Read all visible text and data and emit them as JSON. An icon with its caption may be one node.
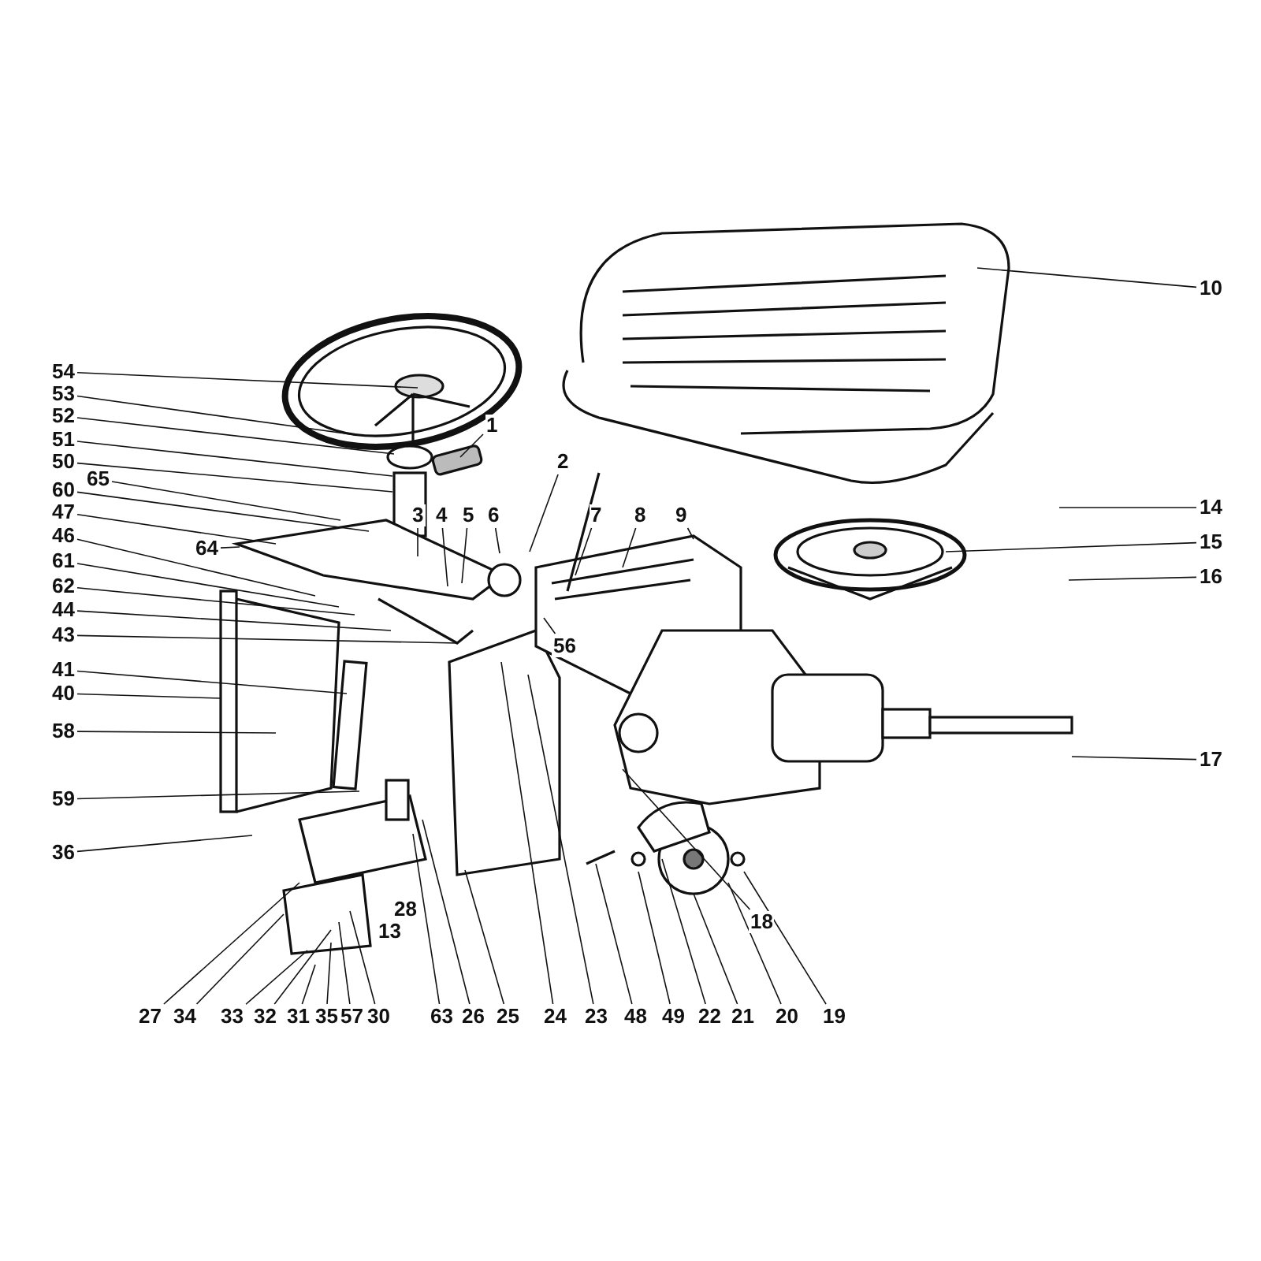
{
  "diagram": {
    "nodes": [
      {
        "text": [
          "10"
        ]
      },
      {
        "text": [
          "54"
        ]
      },
      {
        "text": [
          "53"
        ]
      },
      {
        "text": [
          "52"
        ]
      },
      {
        "text": [
          "1"
        ]
      },
      {
        "text": [
          "2"
        ]
      },
      {
        "text": [
          "51"
        ]
      },
      {
        "text": [
          "50"
        ]
      },
      {
        "text": [
          "65"
        ]
      },
      {
        "text": [
          "60"
        ]
      },
      {
        "text": [
          "3"
        ]
      },
      {
        "text": [
          "4"
        ]
      },
      {
        "text": [
          "5"
        ]
      },
      {
        "text": [
          "6"
        ]
      },
      {
        "text": [
          "7"
        ]
      },
      {
        "text": [
          "8"
        ]
      },
      {
        "text": [
          "9"
        ]
      },
      {
        "text": [
          "14"
        ]
      },
      {
        "text": [
          "47"
        ]
      },
      {
        "text": [
          "15"
        ]
      },
      {
        "text": [
          "64"
        ]
      },
      {
        "text": [
          "46"
        ]
      },
      {
        "text": [
          "16"
        ]
      },
      {
        "text": [
          "61"
        ]
      },
      {
        "text": [
          "62"
        ]
      },
      {
        "text": [
          "44"
        ]
      },
      {
        "text": [
          "43"
        ]
      },
      {
        "text": [
          "56"
        ]
      },
      {
        "text": [
          "41"
        ]
      },
      {
        "text": [
          "40"
        ]
      },
      {
        "text": [
          "58"
        ]
      },
      {
        "text": [
          "17"
        ]
      },
      {
        "text": [
          "59"
        ]
      },
      {
        "text": [
          "36"
        ]
      },
      {
        "text": [
          "18"
        ]
      },
      {
        "text": [
          "27"
        ]
      },
      {
        "text": [
          "34"
        ]
      },
      {
        "text": [
          "33"
        ]
      },
      {
        "text": [
          "32"
        ]
      },
      {
        "text": [
          "31"
        ]
      },
      {
        "text": [
          "35"
        ]
      },
      {
        "text": [
          "57"
        ]
      },
      {
        "text": [
          "30"
        ]
      },
      {
        "text": [
          "63"
        ]
      },
      {
        "text": [
          "26"
        ]
      },
      {
        "text": [
          "25"
        ]
      },
      {
        "text": [
          "24"
        ]
      },
      {
        "text": [
          "23"
        ]
      },
      {
        "text": [
          "48"
        ]
      },
      {
        "text": [
          "49"
        ]
      },
      {
        "text": [
          "22"
        ]
      },
      {
        "text": [
          "21"
        ]
      },
      {
        "text": [
          "20"
        ]
      },
      {
        "text": [
          "19"
        ]
      }
    ],
    "edges": [
      {
        "from": 0,
        "to": null,
        "arrow": "none"
      },
      {
        "from": 1,
        "to": null,
        "arrow": "none"
      },
      {
        "from": 2,
        "to": null,
        "arrow": "none"
      },
      {
        "from": 3,
        "to": null,
        "arrow": "none"
      },
      {
        "from": 4,
        "to": null,
        "arrow": "none"
      },
      {
        "from": 5,
        "to": null,
        "arrow": "none"
      },
      {
        "from": 6,
        "to": null,
        "arrow": "none"
      },
      {
        "from": 7,
        "to": null,
        "arrow": "none"
      },
      {
        "from": 8,
        "to": null,
        "arrow": "none"
      },
      {
        "from": 9,
        "to": null,
        "arrow": "none"
      },
      {
        "from": 10,
        "to": null,
        "arrow": "none"
      },
      {
        "from": 11,
        "to": null,
        "arrow": "none"
      },
      {
        "from": 12,
        "to": null,
        "arrow": "none"
      },
      {
        "from": 13,
        "to": null,
        "arrow": "none"
      },
      {
        "from": 14,
        "to": null,
        "arrow": "none"
      },
      {
        "from": 15,
        "to": null,
        "arrow": "none"
      },
      {
        "from": 16,
        "to": null,
        "arrow": "none"
      },
      {
        "from": 17,
        "to": null,
        "arrow": "none"
      },
      {
        "from": 18,
        "to": null,
        "arrow": "none"
      },
      {
        "from": 19,
        "to": null,
        "arrow": "none"
      },
      {
        "from": 20,
        "to": null,
        "arrow": "none"
      },
      {
        "from": 21,
        "to": null,
        "arrow": "none"
      },
      {
        "from": 22,
        "to": null,
        "arrow": "none"
      },
      {
        "from": 23,
        "to": null,
        "arrow": "none"
      },
      {
        "from": 24,
        "to": null,
        "arrow": "none"
      },
      {
        "from": 25,
        "to": null,
        "arrow": "none"
      },
      {
        "from": 26,
        "to": null,
        "arrow": "none"
      },
      {
        "from": 27,
        "to": null,
        "arrow": "none"
      },
      {
        "from": 28,
        "to": null,
        "arrow": "none"
      },
      {
        "from": 29,
        "to": null,
        "arrow": "none"
      },
      {
        "from": 30,
        "to": null,
        "arrow": "none"
      },
      {
        "from": 31,
        "to": null,
        "arrow": "none"
      },
      {
        "from": 32,
        "to": null,
        "arrow": "none"
      },
      {
        "from": 33,
        "to": null,
        "arrow": "none"
      },
      {
        "from": 34,
        "to": null,
        "arrow": "none"
      },
      {
        "from": 35,
        "to": null,
        "arrow": "none"
      },
      {
        "from": 36,
        "to": null,
        "arrow": "none"
      },
      {
        "from": 37,
        "to": null,
        "arrow": "none"
      },
      {
        "from": 38,
        "to": null,
        "arrow": "none"
      },
      {
        "from": 39,
        "to": null,
        "arrow": "none"
      },
      {
        "from": 40,
        "to": null,
        "arrow": "none"
      },
      {
        "from": 41,
        "to": null,
        "arrow": "none"
      },
      {
        "from": 42,
        "to": null,
        "arrow": "none"
      },
      {
        "from": 43,
        "to": null,
        "arrow": "none"
      },
      {
        "from": 44,
        "to": null,
        "arrow": "none"
      },
      {
        "from": 45,
        "to": null,
        "arrow": "none"
      },
      {
        "from": 46,
        "to": null,
        "arrow": "none"
      },
      {
        "from": 47,
        "to": null,
        "arrow": "none"
      },
      {
        "from": 48,
        "to": null,
        "arrow": "none"
      },
      {
        "from": 49,
        "to": null,
        "arrow": "none"
      },
      {
        "from": 50,
        "to": null,
        "arrow": "none"
      },
      {
        "from": 51,
        "to": null,
        "arrow": "none"
      },
      {
        "from": 52,
        "to": null,
        "arrow": "none"
      },
      {
        "from": 53,
        "to": null,
        "arrow": "none"
      }
    ],
    "labels": [
      "13",
      "28"
    ]
  }
}
